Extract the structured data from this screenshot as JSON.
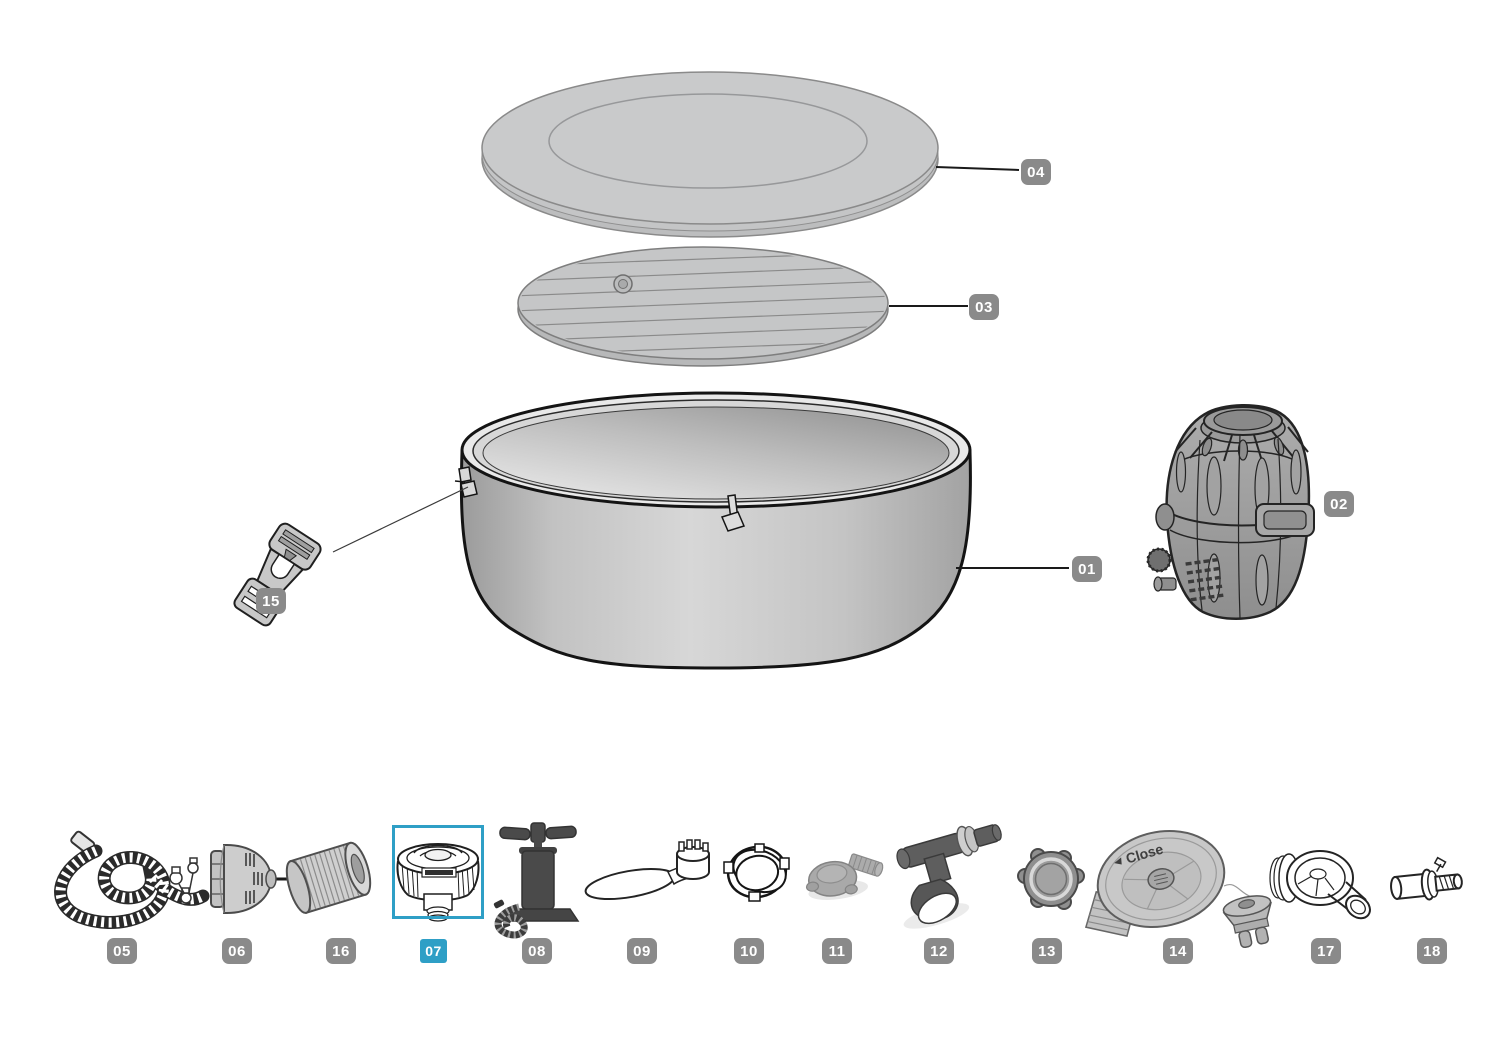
{
  "diagram": {
    "selected_part": "07",
    "colors": {
      "background": "#FFFFFF",
      "label_bg": "#8A8A8A",
      "label_text": "#FFFFFF",
      "highlight": "#2E9FC6",
      "line": "#1A1A1A"
    },
    "callouts": {
      "c01": "01",
      "c02": "02",
      "c03": "03",
      "c04": "04",
      "c05": "05",
      "c06": "06",
      "c07": "07",
      "c08": "08",
      "c09": "09",
      "c10": "10",
      "c11": "11",
      "c12": "12",
      "c13": "13",
      "c14": "14",
      "c15": "15",
      "c16": "16",
      "c17": "17",
      "c18": "18"
    },
    "annotations": {
      "drain_valve_text": "Close"
    }
  }
}
